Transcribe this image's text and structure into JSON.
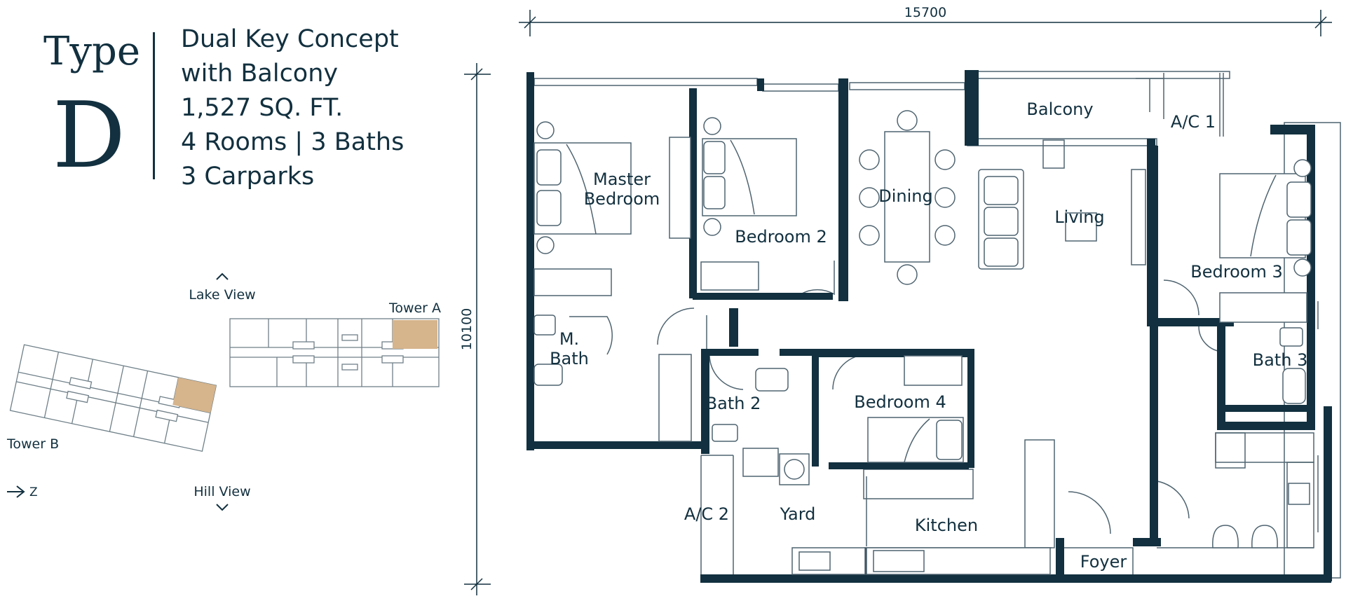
{
  "unit": {
    "type_word": "Type",
    "type_letter": "D",
    "specs": [
      "Dual Key Concept",
      "with Balcony",
      "1,527 SQ. FT.",
      "4 Rooms | 3 Baths",
      "3 Carparks"
    ]
  },
  "dimensions": {
    "width": "15700",
    "height": "10100"
  },
  "rooms": {
    "balcony": "Balcony",
    "ac1": "A/C 1",
    "master_bedroom_l1": "Master",
    "master_bedroom_l2": "Bedroom",
    "bedroom2": "Bedroom 2",
    "dining": "Dining",
    "living": "Living",
    "bedroom3": "Bedroom 3",
    "mbath_l1": "M.",
    "mbath_l2": "Bath",
    "bath2": "Bath 2",
    "bedroom4": "Bedroom 4",
    "bath3": "Bath 3",
    "ac2": "A/C 2",
    "yard": "Yard",
    "kitchen": "Kitchen",
    "foyer": "Foyer"
  },
  "keyplan": {
    "lake_view": "Lake View",
    "hill_view": "Hill View",
    "tower_a": "Tower A",
    "tower_b": "Tower B",
    "north": "Z"
  },
  "colors": {
    "ink": "#12303f",
    "highlight": "#d6b48c",
    "line": "#506470"
  }
}
